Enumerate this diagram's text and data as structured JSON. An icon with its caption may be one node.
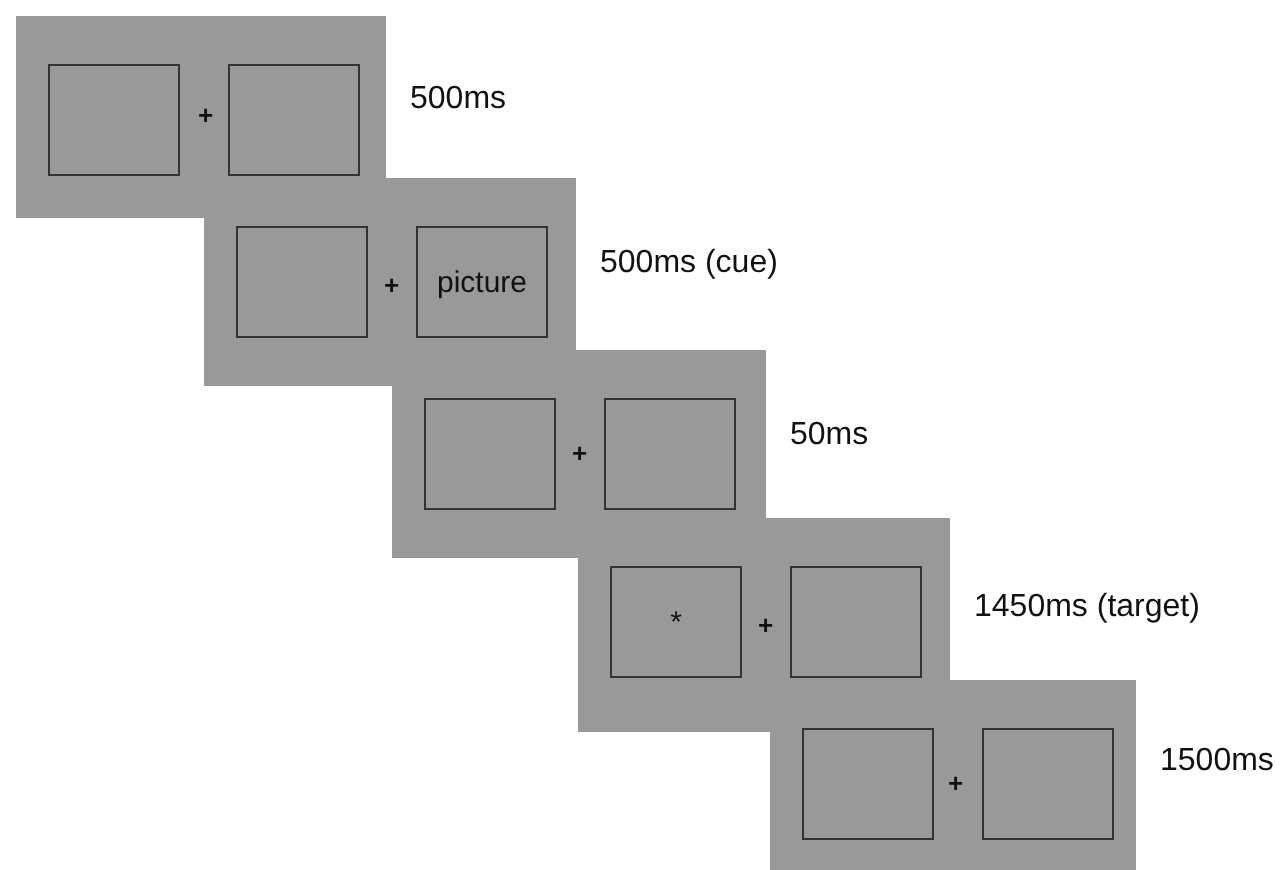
{
  "diagram": {
    "nodes": [
      {
        "text": [],
        "shape": "box",
        "beside": [
          "500ms"
        ]
      },
      {
        "text": [],
        "shape": "box",
        "in": 0
      },
      {
        "text": [],
        "shape": "box",
        "in": 0
      },
      {
        "text": [],
        "shape": "box",
        "beside": [
          "500ms (cue)"
        ]
      },
      {
        "text": [],
        "shape": "box",
        "in": 3
      },
      {
        "text": [
          "picture"
        ],
        "in": 3
      },
      {
        "text": [],
        "shape": "box",
        "beside": [
          "50ms"
        ]
      },
      {
        "text": [],
        "shape": "box",
        "in": 6
      },
      {
        "text": [],
        "shape": "box",
        "in": 6
      },
      {
        "text": [],
        "shape": "box",
        "beside": [
          "1450ms (target)"
        ]
      },
      {
        "text": [
          "*"
        ],
        "in": 9
      },
      {
        "text": [],
        "shape": "box",
        "in": 9
      },
      {
        "text": [],
        "shape": "box",
        "beside": [
          "1500ms"
        ]
      },
      {
        "text": [],
        "shape": "box",
        "in": 12
      },
      {
        "text": [],
        "shape": "box",
        "in": 12
      }
    ],
    "edges": [],
    "labels": [
      "+",
      "+",
      "+",
      "+",
      "+"
    ]
  }
}
